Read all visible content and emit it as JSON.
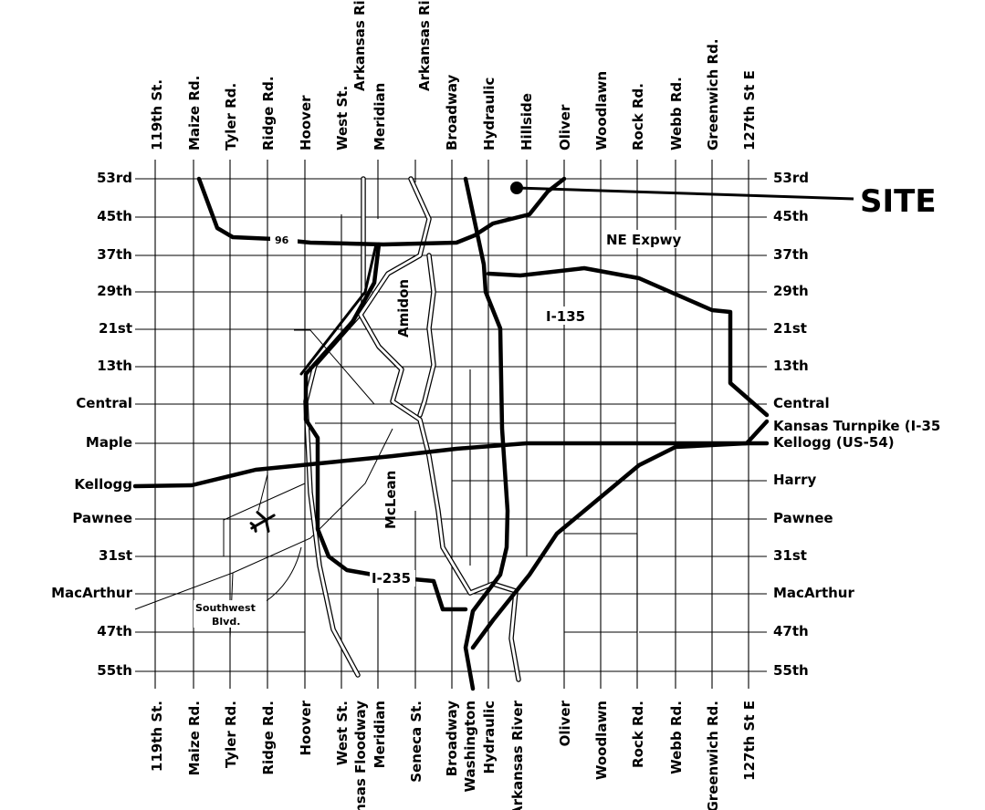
{
  "site_label": "SITE",
  "north_streets": [
    "119th St.",
    "Maize Rd.",
    "Tyler Rd.",
    "Ridge Rd.",
    "Hoover",
    "West St.",
    "Arkansas River",
    "Meridian",
    "Arkansas River",
    "Broadway",
    "Hydraulic",
    "Hillside",
    "Oliver",
    "Woodlawn",
    "Rock Rd.",
    "Webb Rd.",
    "Greenwich Rd.",
    "127th St E"
  ],
  "south_streets": [
    "119th St.",
    "Maize Rd.",
    "Tyler Rd.",
    "Ridge Rd.",
    "Hoover",
    "West St.",
    "Arkansas Floodway",
    "Meridian",
    "Seneca St.",
    "Broadway",
    "Washington",
    "Hydraulic",
    "Arkansas River",
    "Oliver",
    "Woodlawn",
    "Rock Rd.",
    "Webb Rd.",
    "Greenwich Rd.",
    "127th St E"
  ],
  "west_streets": [
    "53rd",
    "45th",
    "37th",
    "29th",
    "21st",
    "13th",
    "Central",
    "Maple",
    "Kellogg",
    "Pawnee",
    "31st",
    "MacArthur",
    "47th",
    "55th"
  ],
  "east_streets": [
    "53rd",
    "45th",
    "37th",
    "29th",
    "21st",
    "13th",
    "Central",
    "Kansas Turnpike (I-35",
    "Kellogg (US-54)",
    "Harry",
    "Pawnee",
    "31st",
    "MacArthur",
    "47th",
    "55th"
  ],
  "highway_labels": {
    "k96": "96",
    "ne_expwy": "NE Expwy",
    "i135": "I-135",
    "i235": "I-235",
    "amidon": "Amidon",
    "mclean": "McLean",
    "southwest_blvd_line1": "Southwest",
    "southwest_blvd_line2": "Blvd."
  },
  "icons": {
    "airport": "airplane-icon",
    "site": "site-marker-icon"
  }
}
